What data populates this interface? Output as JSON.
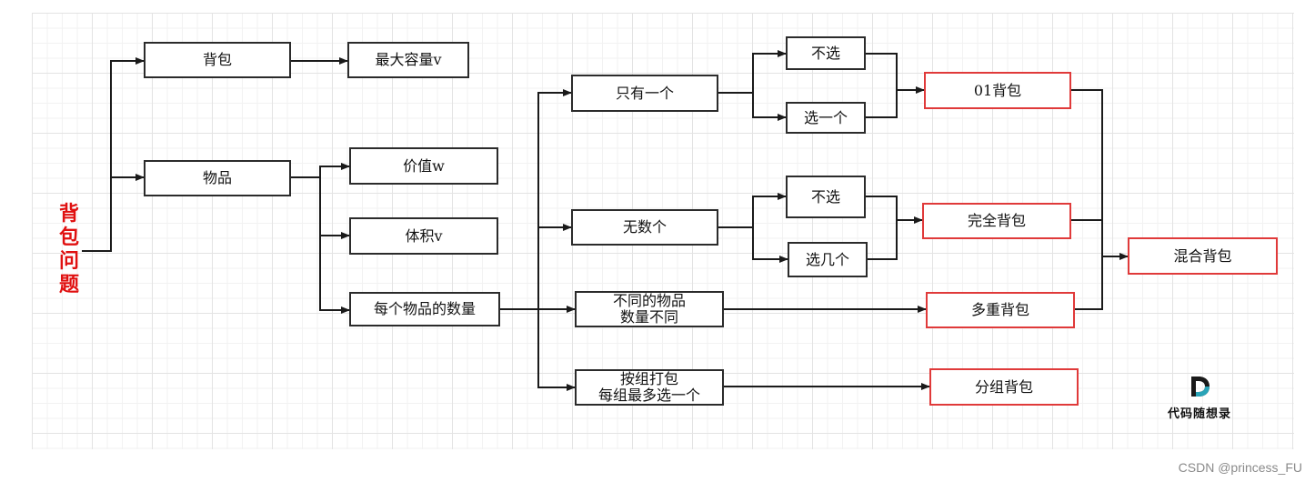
{
  "diagram": {
    "root": "背包问题",
    "nodes": {
      "knapsack": "背包",
      "capacity": "最大容量v",
      "item": "物品",
      "value": "价值w",
      "volume": "体积v",
      "quantity": "每个物品的数量",
      "only_one": "只有一个",
      "infinite": "无数个",
      "diff_qty": "不同的物品\n数量不同",
      "grouped": "按组打包\n每组最多选一个",
      "not_choose_1": "不选",
      "choose_one": "选一个",
      "not_choose_2": "不选",
      "choose_several": "选几个",
      "zero_one": "01背包",
      "complete": "完全背包",
      "multiple": "多重背包",
      "group_knapsack": "分组背包",
      "mixed": "混合背包"
    }
  },
  "logo": {
    "text": "代码随想录",
    "mark": "D"
  },
  "watermark": "CSDN @princess_FU",
  "colors": {
    "edge": "#1a1a1a",
    "node_border": "#2b2b2b",
    "highlight": "#e03a3a",
    "root_text": "#e01010"
  }
}
